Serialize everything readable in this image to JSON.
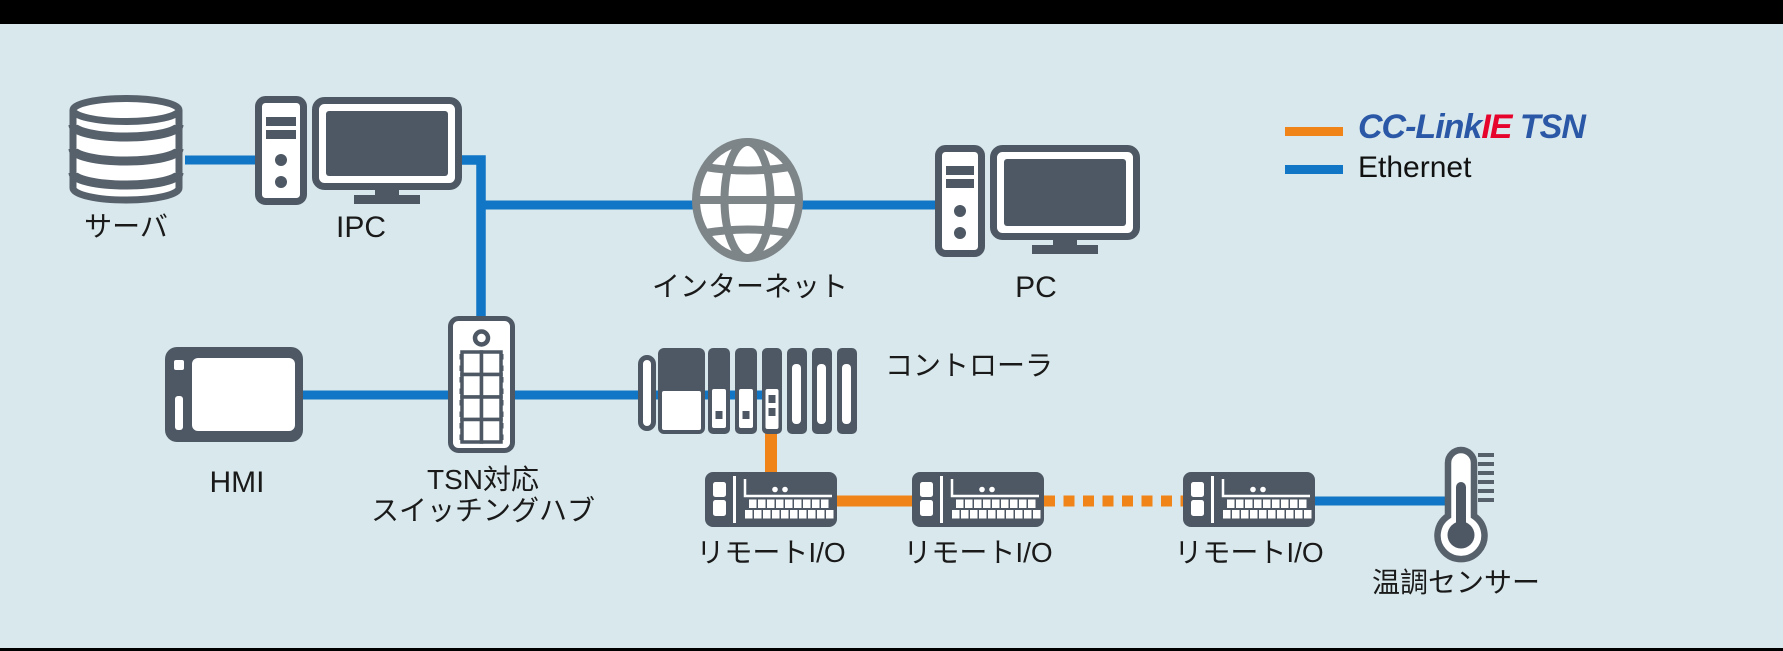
{
  "canvas": {
    "background": "#d9e8ec",
    "top_bar_color": "#000000",
    "bottom_bar_color": "#000000"
  },
  "colors": {
    "cclink_ie_tsn": "#f08418",
    "ethernet": "#1176c5",
    "device_fill": "#4d5864",
    "device_outline": "#57616c",
    "globe": "#7d8589",
    "logo_blue": "#2a58a6",
    "logo_red": "#e6032c",
    "label_text": "#1a1a1a"
  },
  "legend": {
    "cclink": {
      "part1": "CC-Link",
      "part2": "IE",
      "part3": " TSN"
    },
    "ethernet_label": "Ethernet"
  },
  "nodes": {
    "server": {
      "label": "サーバ"
    },
    "ipc": {
      "label": "IPC"
    },
    "internet": {
      "label": "インターネット"
    },
    "pc": {
      "label": "PC"
    },
    "hmi": {
      "label": "HMI"
    },
    "hub": {
      "label_line1": "TSN対応",
      "label_line2": "スイッチングハブ"
    },
    "controller": {
      "label": "コントローラ"
    },
    "rio1": {
      "label": "リモートI/O"
    },
    "rio2": {
      "label": "リモートI/O"
    },
    "rio3": {
      "label": "リモートI/O"
    },
    "sensor": {
      "label": "温調センサー"
    }
  },
  "links": {
    "server_ipc": "Ethernet",
    "ipc_hub_trunk": "Ethernet",
    "trunk_internet": "Ethernet",
    "internet_pc": "Ethernet",
    "hmi_hub": "Ethernet",
    "hub_controller": "Ethernet",
    "controller_rio1": "CC-Link IE TSN",
    "rio1_rio2": "CC-Link IE TSN",
    "rio2_rio3": "CC-Link IE TSN (dashed)",
    "rio3_sensor": "Ethernet"
  }
}
